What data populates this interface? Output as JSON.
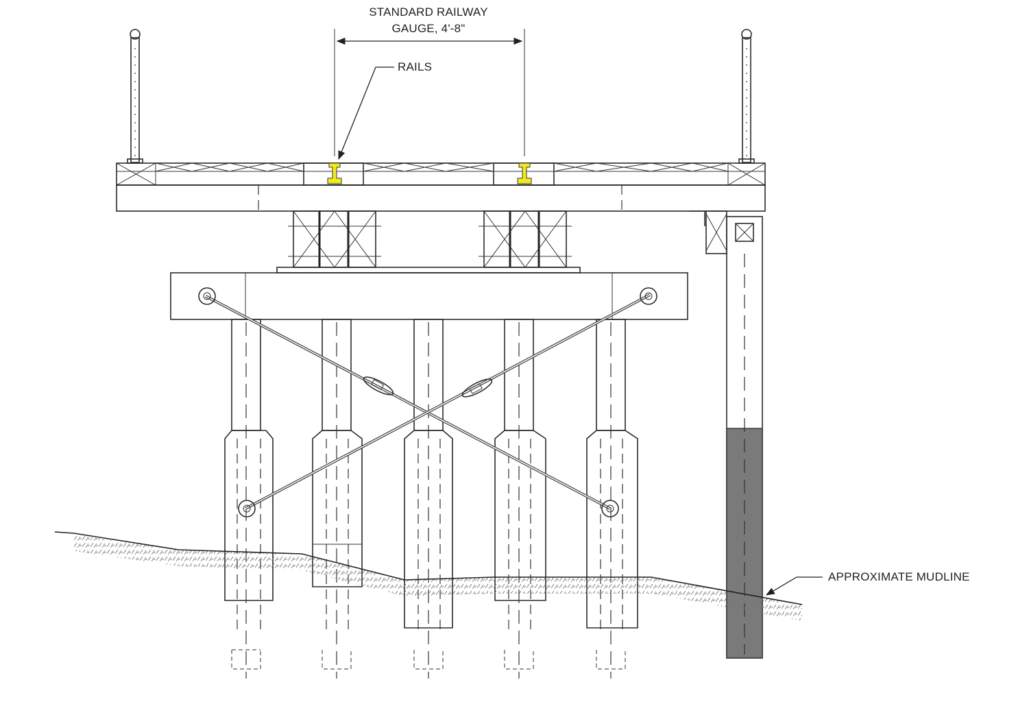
{
  "labels": {
    "gauge_line1": "STANDARD RAILWAY",
    "gauge_line2": "GAUGE, 4'-8\"",
    "rails": "RAILS",
    "mudline": "APPROXIMATE MUDLINE"
  },
  "colors": {
    "line": "#2a2a2a",
    "rail": "#f2ea1c",
    "sheet_pile": "#7a7a7a",
    "hatch": "#555555"
  }
}
